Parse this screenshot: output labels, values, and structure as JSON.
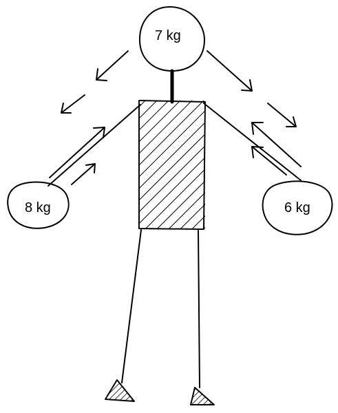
{
  "weights": {
    "head": "7 kg",
    "left_hand": "8 kg",
    "right_hand": "6 kg"
  },
  "colors": {
    "ink": "#000000",
    "background": "#ffffff"
  }
}
